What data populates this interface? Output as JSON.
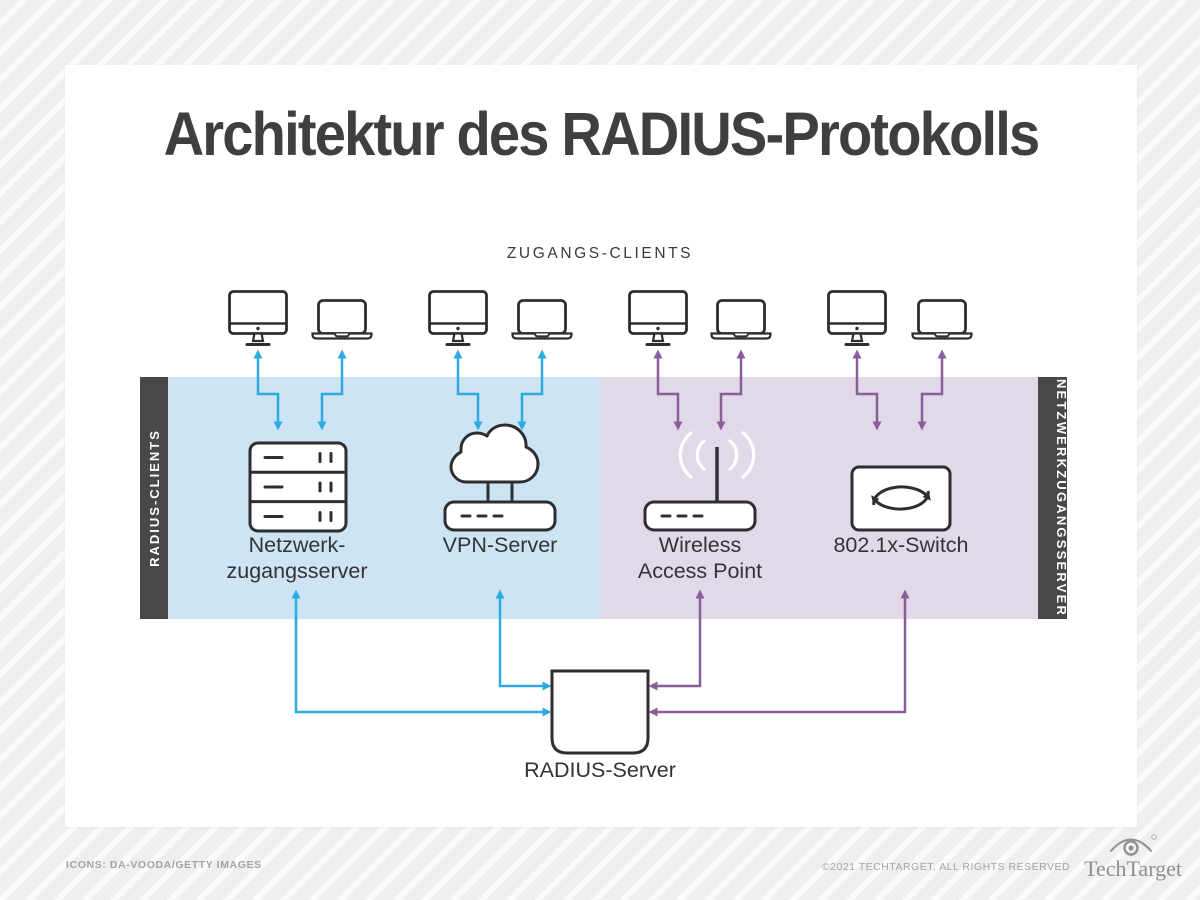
{
  "title": "Architektur des RADIUS-Protokolls",
  "top_label": "ZUGANGS-CLIENTS",
  "bars": {
    "left": "RADIUS-CLIENTS",
    "right": "NETZWERKZUGANGSSERVER"
  },
  "devices": {
    "nas": {
      "line1": "Netzwerk-",
      "line2": "zugangsserver"
    },
    "vpn": {
      "line1": "VPN-Server"
    },
    "wap": {
      "line1": "Wireless",
      "line2": "Access Point"
    },
    "switch": {
      "line1": "802.1x-Switch"
    }
  },
  "radius_server": {
    "label": "RADIUS-Server"
  },
  "footer": {
    "credits": "ICONS: DA-VOODA/GETTY IMAGES",
    "copyright": "©2021 TECHTARGET. ALL RIGHTS RESERVED",
    "brand": "TechTarget"
  },
  "icons": {
    "client_desktop": "desktop-computer-icon",
    "client_laptop": "laptop-icon",
    "nas": "server-rack-icon",
    "vpn": "cloud-router-icon",
    "wap": "wireless-access-point-icon",
    "switch": "sync-arrows-switch-icon",
    "brand_logo": "techtarget-eye-icon"
  },
  "colors": {
    "blue_band": "#cde4f4",
    "purple_band": "#e1d9e7",
    "blue_arrow": "#2caae1",
    "purple_arrow": "#8a5d9b",
    "side_bar": "#48484a",
    "icon_stroke": "#2e2e30",
    "title_text": "#3f3f42",
    "label_text": "#333335"
  }
}
